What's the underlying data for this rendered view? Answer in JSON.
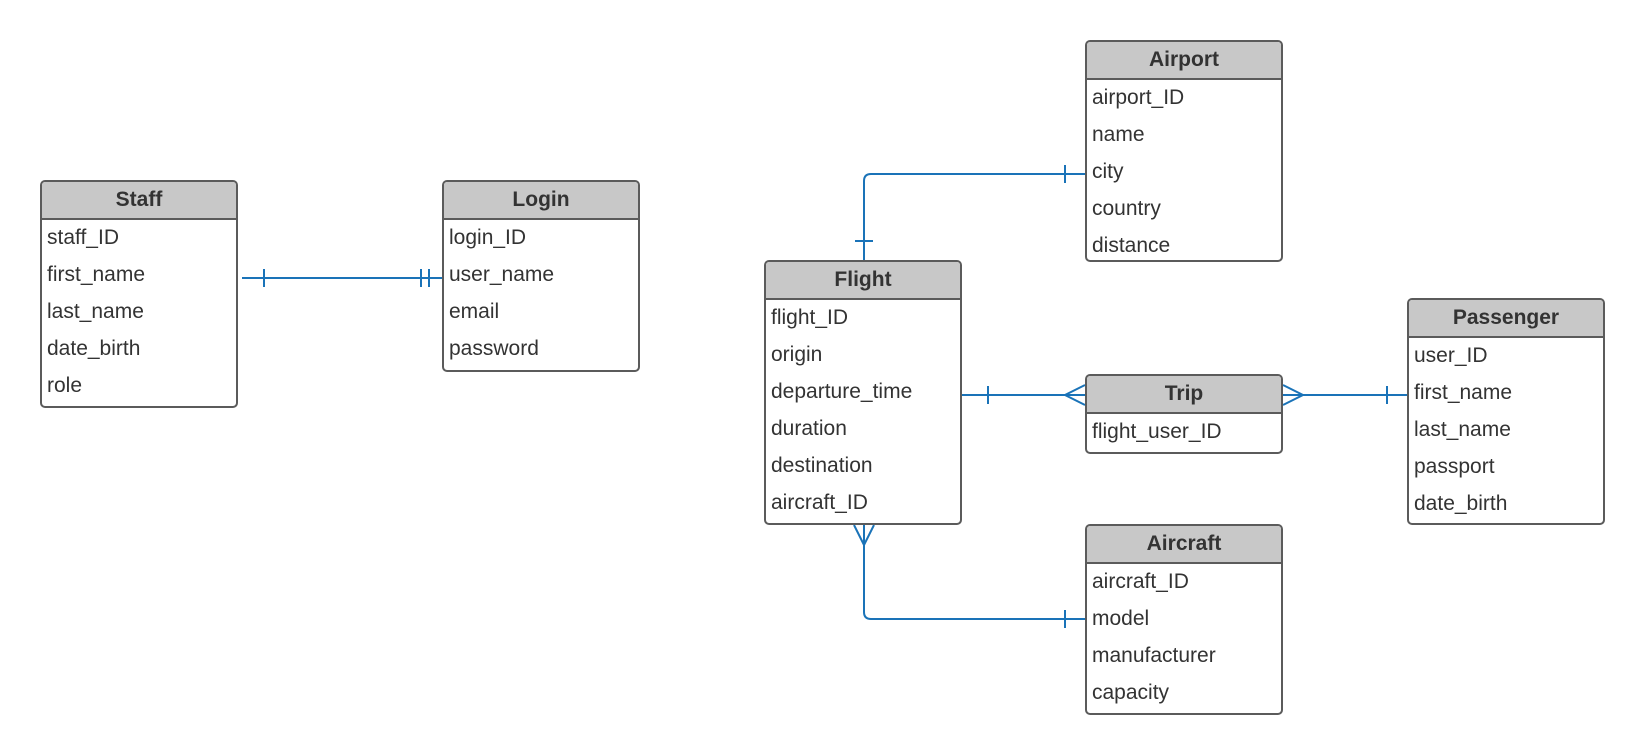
{
  "entities": {
    "staff": {
      "name": "Staff",
      "fields": [
        "staff_ID",
        "first_name",
        "last_name",
        "date_birth",
        "role"
      ]
    },
    "login": {
      "name": "Login",
      "fields": [
        "login_ID",
        "user_name",
        "email",
        "password"
      ]
    },
    "airport": {
      "name": "Airport",
      "fields": [
        "airport_ID",
        "name",
        "city",
        "country",
        "distance"
      ]
    },
    "flight": {
      "name": "Flight",
      "fields": [
        "flight_ID",
        "origin",
        "departure_time",
        "duration",
        "destination",
        "aircraft_ID"
      ]
    },
    "trip": {
      "name": "Trip",
      "fields": [
        "flight_user_ID"
      ]
    },
    "passenger": {
      "name": "Passenger",
      "fields": [
        "user_ID",
        "first_name",
        "last_name",
        "passport",
        "date_birth"
      ]
    },
    "aircraft": {
      "name": "Aircraft",
      "fields": [
        "aircraft_ID",
        "model",
        "manufacturer",
        "capacity"
      ]
    }
  },
  "relationships": [
    {
      "from": "Staff",
      "to": "Login",
      "from_cardinality": "one",
      "to_cardinality": "one-and-only-one"
    },
    {
      "from": "Airport",
      "to": "Flight",
      "from_cardinality": "one",
      "to_cardinality": "one"
    },
    {
      "from": "Flight",
      "to": "Trip",
      "from_cardinality": "one",
      "to_cardinality": "many"
    },
    {
      "from": "Passenger",
      "to": "Trip",
      "from_cardinality": "one",
      "to_cardinality": "many"
    },
    {
      "from": "Aircraft",
      "to": "Flight",
      "from_cardinality": "one",
      "to_cardinality": "many"
    }
  ],
  "colors": {
    "connector": "#1a73b8",
    "entity_border": "#5b5b5b",
    "entity_header_bg": "#c8c8c8",
    "text": "#333333"
  }
}
